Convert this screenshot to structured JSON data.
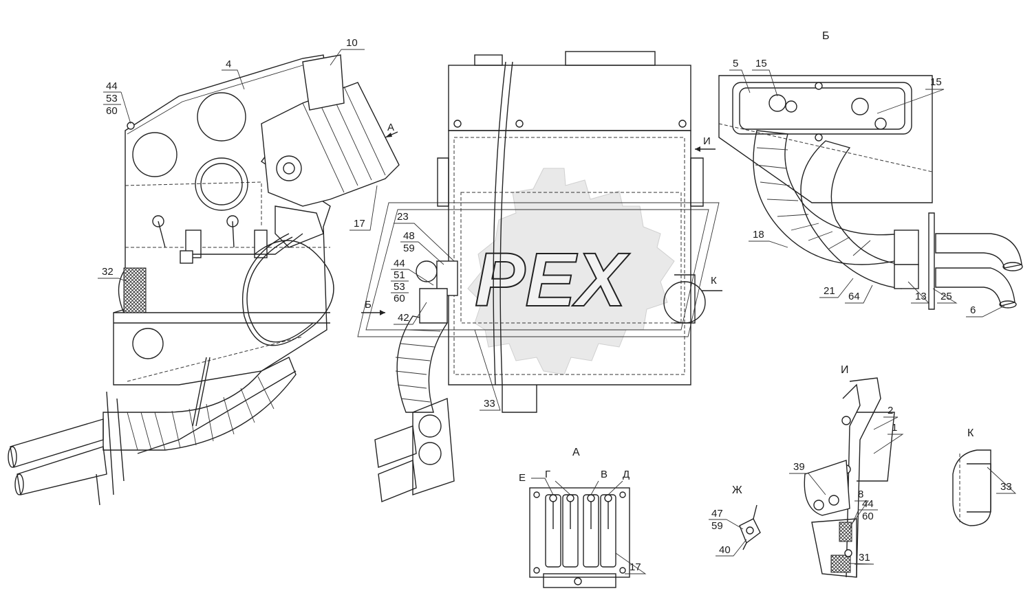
{
  "watermark": {
    "text": "PEX"
  },
  "view_labels": [
    {
      "id": "A",
      "text": "А"
    },
    {
      "id": "B",
      "text": "Б"
    },
    {
      "id": "I",
      "text": "И"
    },
    {
      "id": "K",
      "text": "К"
    },
    {
      "id": "Zh",
      "text": "Ж"
    }
  ],
  "view_markers": [
    {
      "id": "A",
      "text": "А"
    },
    {
      "id": "B",
      "text": "Б"
    },
    {
      "id": "I",
      "text": "И"
    },
    {
      "id": "K",
      "text": "К"
    }
  ],
  "lever_labels": [
    "Е",
    "Г",
    "В",
    "Д"
  ],
  "callouts": {
    "c4": "4",
    "c10": "10",
    "c44_53_60": [
      "44",
      "53",
      "60"
    ],
    "c17": "17",
    "c32": "32",
    "c23": "23",
    "c48_59": [
      "48",
      "59"
    ],
    "c44_51_53_60": [
      "44",
      "51",
      "53",
      "60"
    ],
    "c42": "42",
    "c33": "33",
    "c5": "5",
    "c15a": "15",
    "c15b": "15",
    "c18": "18",
    "c21": "21",
    "c64": "64",
    "c13": "13",
    "c25": "25",
    "c6": "6",
    "c17a": "17",
    "c47_59": [
      "47",
      "59"
    ],
    "c40": "40",
    "c2": "2",
    "c1": "1",
    "c39": "39",
    "c8": "8",
    "c44_60": [
      "44",
      "60"
    ],
    "c31": "31",
    "c33k": "33"
  }
}
